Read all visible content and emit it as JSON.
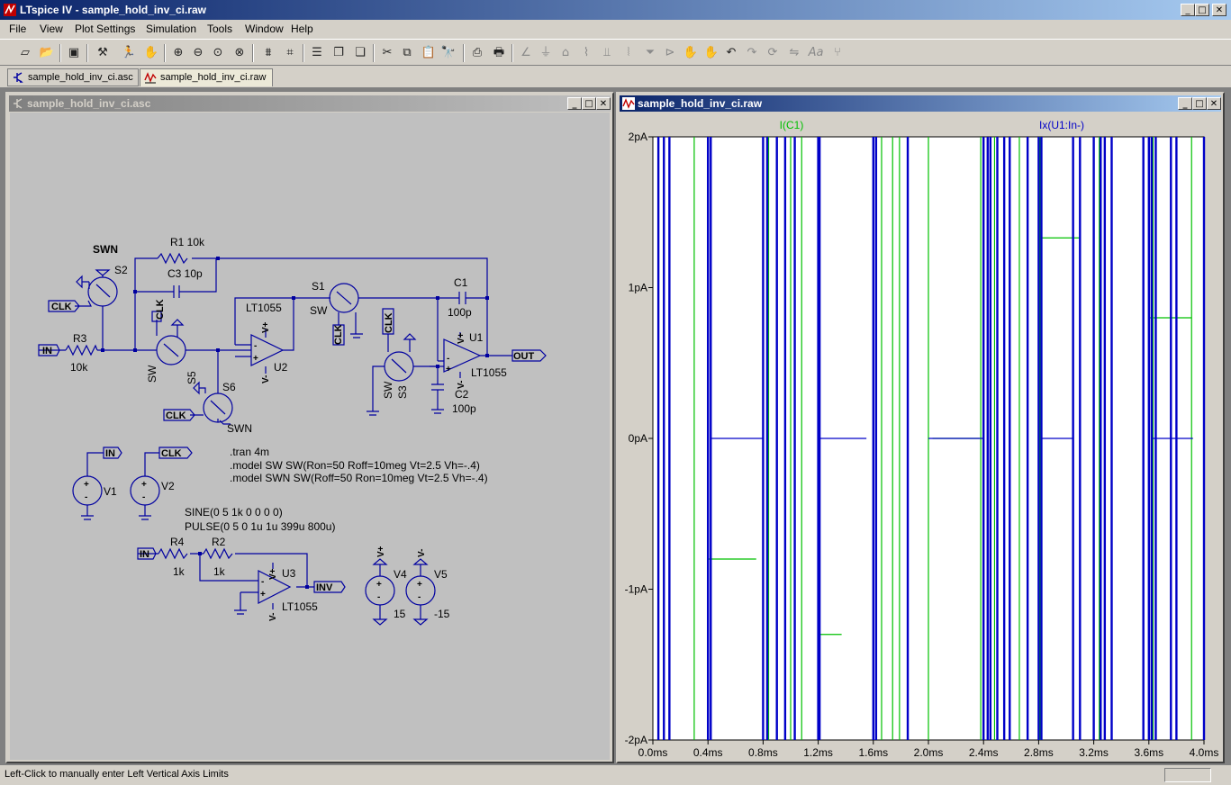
{
  "app": {
    "title": "LTspice IV - sample_hold_inv_ci.raw",
    "window_buttons": [
      "_",
      "□",
      "✕"
    ]
  },
  "menu": [
    "File",
    "View",
    "Plot Settings",
    "Simulation",
    "Tools",
    "Window",
    "Help"
  ],
  "toolbar": {
    "icons": [
      "new-schematic-icon",
      "open-icon",
      "save-icon",
      "control-panel-icon",
      "run-icon",
      "halt-icon",
      "zoom-in-icon",
      "zoom-out-icon",
      "zoom-fit-icon",
      "zoom-cancel-icon",
      "autorange-icon",
      "cursor-icon",
      "tile-horizontal-icon",
      "cascade-icon",
      "tile-vertical-icon",
      "cut-icon",
      "copy-icon",
      "paste-icon",
      "find-icon",
      "print-setup-icon",
      "print-icon",
      "wire-icon",
      "ground-icon",
      "label-icon",
      "resistor-icon",
      "capacitor-icon",
      "inductor-icon",
      "diode-icon",
      "component-icon",
      "move-icon",
      "drag-icon",
      "undo-icon",
      "redo-icon",
      "rotate-icon",
      "mirror-icon",
      "text-icon",
      "spice-directive-icon"
    ]
  },
  "tabs": [
    {
      "label": "sample_hold_inv_ci.asc",
      "icon": "schematic-icon",
      "active": false
    },
    {
      "label": "sample_hold_inv_ci.raw",
      "icon": "waveform-icon",
      "active": true
    }
  ],
  "schematic_window": {
    "title": "sample_hold_inv_ci.asc",
    "labels": {
      "swn_top": "SWN",
      "s2": "S2",
      "r1": "R1 10k",
      "c3": "C3 10p",
      "clk1": "CLK",
      "in1": "IN",
      "r3": "R3",
      "r3v": "10k",
      "clk2": "CLK",
      "sw1": "SW",
      "s5": "S5",
      "lt1055_u2": "LT1055",
      "u2": "U2",
      "s6": "S6",
      "clk3": "CLK",
      "swn_bottom": "SWN",
      "s1": "S1",
      "sw_s1": "SW",
      "clk4": "CLK",
      "c1": "C1",
      "c1v": "100p",
      "u1": "U1",
      "lt1055_u1": "LT1055",
      "out": "OUT",
      "clk5": "CLK",
      "sw3": "SW",
      "s3": "S3",
      "c2": "C2",
      "c2v": "100p",
      "in2": "IN",
      "clk6": "CLK",
      "v1": "V1",
      "v2": "V2",
      "tran": ".tran 4m",
      "model_sw": ".model SW SW(Ron=50 Roff=10meg Vt=2.5 Vh=-.4)",
      "model_swn": ".model SWN SW(Roff=50 Ron=10meg Vt=2.5 Vh=-.4)",
      "sine": "SINE(0 5 1k 0 0 0 0)",
      "pulse": "PULSE(0 5 0 1u 1u 399u 800u)",
      "in3": "IN",
      "r4": "R4",
      "r4v": "1k",
      "r2": "R2",
      "r2v": "1k",
      "u3": "U3",
      "lt1055_u3": "LT1055",
      "inv": "INV",
      "v4": "V4",
      "v4v": "15",
      "v5": "V5",
      "v5v": "-15",
      "vplus": "V+",
      "vminus": "V-",
      "plus": "+",
      "minus": "-"
    }
  },
  "waveform_window": {
    "title": "sample_hold_inv_ci.raw",
    "traces": [
      {
        "name": "I(C1)",
        "color": "#00c000"
      },
      {
        "name": "Ix(U1:In-)",
        "color": "#0000c8"
      }
    ]
  },
  "chart_data": {
    "type": "line",
    "title": "",
    "xlabel": "",
    "ylabel": "",
    "xlim": [
      0,
      4.0
    ],
    "ylim": [
      -2,
      2
    ],
    "x_ticks": [
      "0.0ms",
      "0.4ms",
      "0.8ms",
      "1.2ms",
      "1.6ms",
      "2.0ms",
      "2.4ms",
      "2.8ms",
      "3.2ms",
      "3.6ms",
      "4.0ms"
    ],
    "y_ticks": [
      "2pA",
      "1pA",
      "0pA",
      "-1pA",
      "-2pA"
    ],
    "grid": false,
    "series": [
      {
        "name": "I(C1)",
        "color": "#00c000",
        "spikes_ms": [
          0.3,
          0.4,
          0.42,
          0.8,
          0.84,
          1.0,
          1.08,
          1.2,
          1.6,
          1.66,
          1.74,
          1.79,
          2.0,
          2.38,
          2.4,
          2.48,
          2.66,
          2.8,
          2.81,
          3.2,
          3.24,
          3.6,
          3.63,
          3.91,
          4.0
        ],
        "plateaus": [
          {
            "x0": 0.4,
            "x1": 0.75,
            "y": -0.8
          },
          {
            "x0": 1.2,
            "x1": 1.37,
            "y": -1.3
          },
          {
            "x0": 2.03,
            "x1": 2.37,
            "y": 0.0
          },
          {
            "x0": 2.81,
            "x1": 3.1,
            "y": 1.33
          },
          {
            "x0": 3.6,
            "x1": 3.91,
            "y": 0.8
          }
        ]
      },
      {
        "name": "Ix(U1:In-)",
        "color": "#0000c8",
        "spikes_ms": [
          0.04,
          0.08,
          0.12,
          0.4,
          0.42,
          0.8,
          0.83,
          0.9,
          0.96,
          1.03,
          1.2,
          1.21,
          1.6,
          1.62,
          1.85,
          2.4,
          2.43,
          2.45,
          2.5,
          2.55,
          2.59,
          2.72,
          2.8,
          2.82,
          3.05,
          3.1,
          3.2,
          3.25,
          3.28,
          3.33,
          3.56,
          3.6,
          3.62,
          3.65,
          3.76,
          3.8,
          4.0
        ],
        "plateaus": [
          {
            "x0": 0.42,
            "x1": 0.8,
            "y": 0.0
          },
          {
            "x0": 1.21,
            "x1": 1.55,
            "y": 0.0
          },
          {
            "x0": 2.0,
            "x1": 2.4,
            "y": 0.0
          },
          {
            "x0": 2.82,
            "x1": 3.05,
            "y": 0.0
          },
          {
            "x0": 3.62,
            "x1": 3.92,
            "y": 0.0
          }
        ]
      }
    ]
  },
  "status": {
    "text": "Left-Click to manually enter Left Vertical Axis Limits"
  }
}
